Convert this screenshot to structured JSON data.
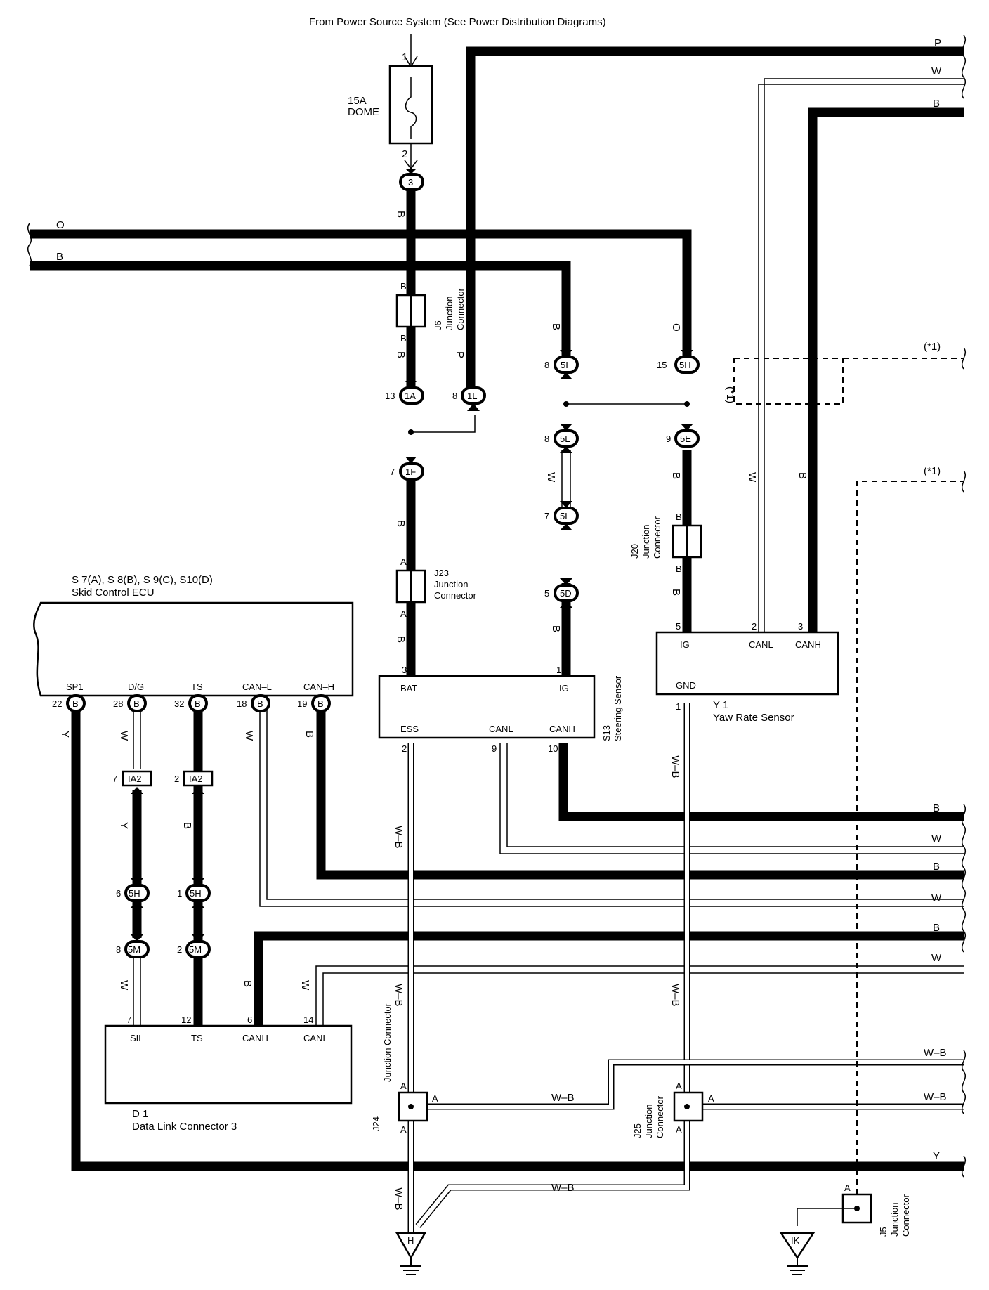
{
  "header": {
    "source": "From Power Source System (See Power Distribution Diagrams)"
  },
  "fuse": {
    "name": "15A\nDOME",
    "pin_in": "1",
    "pin_out": "2"
  },
  "connectors": {
    "c3": "3",
    "c1A": "1A",
    "c1L": "1L",
    "c1F": "1F",
    "c5I": "5I",
    "c5H_top": "5H",
    "c5L_a": "5L",
    "c5L_b": "5L",
    "c5E": "5E",
    "c5D": "5D",
    "c_B": "B",
    "cIA2": "IA2",
    "c5H": "5H",
    "c5M": "5M",
    "cH": "H",
    "cIK": "IK"
  },
  "pins": {
    "p13": "13",
    "p8a": "8",
    "p7": "7",
    "p8b": "8",
    "p15": "15",
    "p9": "9",
    "p8c": "8",
    "p7b": "7",
    "p5": "5",
    "p22": "22",
    "p28": "28",
    "p32": "32",
    "p18": "18",
    "p19": "19",
    "p7c": "7",
    "p2a": "2",
    "p6": "6",
    "p1a": "1",
    "p8d": "8",
    "p2b": "2",
    "p7d": "7",
    "p12": "12",
    "p6b": "6",
    "p14": "14",
    "p3a": "3",
    "p1b": "1",
    "p2c": "2",
    "p9b": "9",
    "p10": "10",
    "p2d": "2",
    "p3b": "3",
    "p1c": "1"
  },
  "wire_colors": {
    "P": "P",
    "W": "W",
    "B": "B",
    "O": "O",
    "Y": "Y",
    "WB": "W–B"
  },
  "j6": {
    "id": "J6",
    "name": "Junction\nConnector",
    "pin": "B"
  },
  "j23": {
    "id": "J23",
    "name": "Junction\nConnector",
    "pin": "A"
  },
  "j20": {
    "id": "J20",
    "name": "Junction\nConnector",
    "pin": "B"
  },
  "j24": {
    "id": "J24",
    "name": "Junction Connector",
    "pin": "A"
  },
  "j25": {
    "id": "J25",
    "name": "Junction\nConnector",
    "pin": "A"
  },
  "j5": {
    "id": "J5",
    "name": "Junction\nConnector",
    "pin": "A"
  },
  "ecu": {
    "id": "S 7(A), S 8(B), S 9(C), S10(D)",
    "name": "Skid Control ECU",
    "terms": [
      "SP1",
      "D/G",
      "TS",
      "CAN–L",
      "CAN–H"
    ]
  },
  "steering": {
    "id": "S13",
    "name": "Steering Sensor",
    "terms": [
      "BAT",
      "IG",
      "ESS",
      "CANL",
      "CANH"
    ]
  },
  "yaw": {
    "id": "Y 1",
    "name": "Yaw Rate Sensor",
    "terms": [
      "IG",
      "CANL",
      "CANH",
      "GND"
    ]
  },
  "dlc": {
    "id": "D 1",
    "name": "Data Link Connector 3",
    "terms": [
      "SIL",
      "TS",
      "CANH",
      "CANL"
    ]
  },
  "notes": {
    "n1": "(*1)",
    "n2": "(*1)",
    "n3": "(*1)"
  }
}
